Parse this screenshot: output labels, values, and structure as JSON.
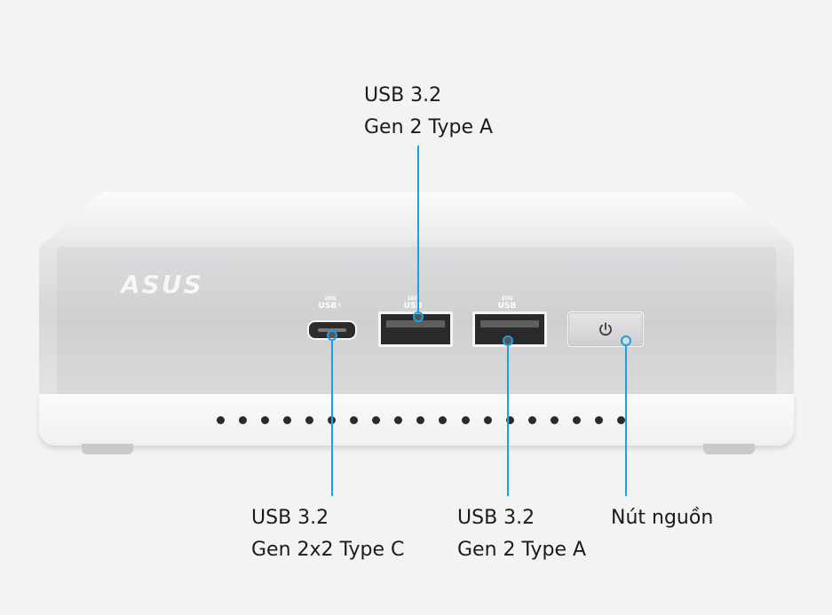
{
  "logo": {
    "text": "ASUS"
  },
  "ports": {
    "usbc": {
      "speed": "20G",
      "name": "USB⚡"
    },
    "usba_1": {
      "speed": "10G",
      "name": "USB"
    },
    "usba_2": {
      "speed": "10G",
      "name": "USB"
    }
  },
  "callouts": {
    "top_usba": {
      "line1": "USB 3.2",
      "line2": "Gen 2 Type A"
    },
    "bottom_usbc": {
      "line1": "USB 3.2",
      "line2": "Gen 2x2 Type C"
    },
    "bottom_usba": {
      "line1": "USB 3.2",
      "line2": "Gen 2 Type A"
    },
    "power": {
      "line1": "Nút nguồn"
    }
  },
  "colors": {
    "leader": "#1ba1e2",
    "background": "#f3f3f3",
    "text": "#1b1b1b"
  },
  "icons": {
    "power": "power-icon"
  }
}
